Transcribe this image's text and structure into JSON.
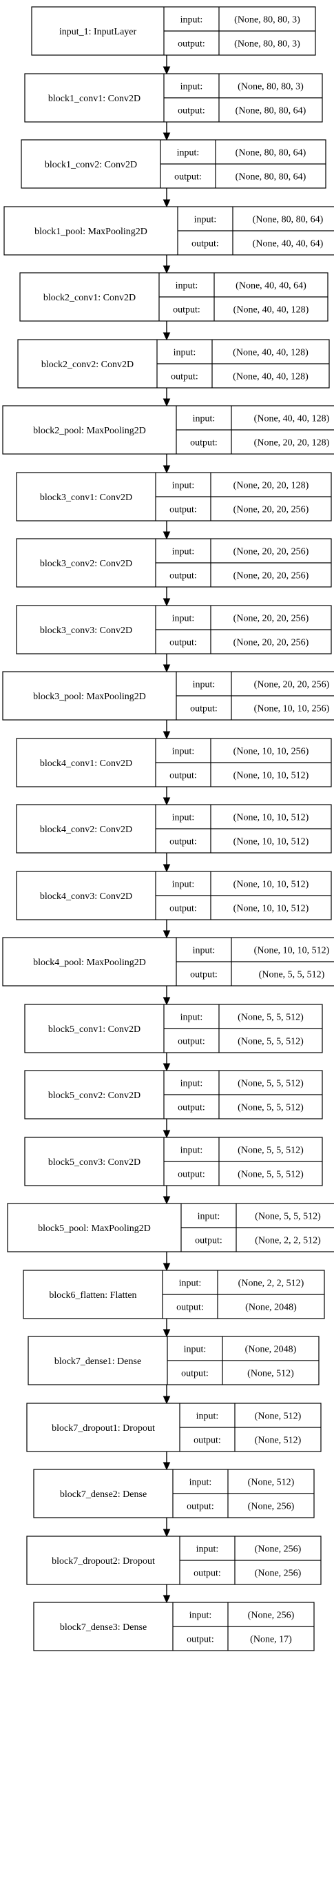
{
  "diagram": {
    "labels": {
      "input": "input:",
      "output": "output:"
    },
    "layers": [
      {
        "name": "input_1: InputLayer",
        "input": "(None, 80, 80, 3)",
        "output": "(None, 80, 80, 3)"
      },
      {
        "name": "block1_conv1: Conv2D",
        "input": "(None, 80, 80, 3)",
        "output": "(None, 80, 80, 64)"
      },
      {
        "name": "block1_conv2: Conv2D",
        "input": "(None, 80, 80, 64)",
        "output": "(None, 80, 80, 64)"
      },
      {
        "name": "block1_pool: MaxPooling2D",
        "input": "(None, 80, 80, 64)",
        "output": "(None, 40, 40, 64)"
      },
      {
        "name": "block2_conv1: Conv2D",
        "input": "(None, 40, 40, 64)",
        "output": "(None, 40, 40, 128)"
      },
      {
        "name": "block2_conv2: Conv2D",
        "input": "(None, 40, 40, 128)",
        "output": "(None, 40, 40, 128)"
      },
      {
        "name": "block2_pool: MaxPooling2D",
        "input": "(None, 40, 40, 128)",
        "output": "(None, 20, 20, 128)"
      },
      {
        "name": "block3_conv1: Conv2D",
        "input": "(None, 20, 20, 128)",
        "output": "(None, 20, 20, 256)"
      },
      {
        "name": "block3_conv2: Conv2D",
        "input": "(None, 20, 20, 256)",
        "output": "(None, 20, 20, 256)"
      },
      {
        "name": "block3_conv3: Conv2D",
        "input": "(None, 20, 20, 256)",
        "output": "(None, 20, 20, 256)"
      },
      {
        "name": "block3_pool: MaxPooling2D",
        "input": "(None, 20, 20, 256)",
        "output": "(None, 10, 10, 256)"
      },
      {
        "name": "block4_conv1: Conv2D",
        "input": "(None, 10, 10, 256)",
        "output": "(None, 10, 10, 512)"
      },
      {
        "name": "block4_conv2: Conv2D",
        "input": "(None, 10, 10, 512)",
        "output": "(None, 10, 10, 512)"
      },
      {
        "name": "block4_conv3: Conv2D",
        "input": "(None, 10, 10, 512)",
        "output": "(None, 10, 10, 512)"
      },
      {
        "name": "block4_pool: MaxPooling2D",
        "input": "(None, 10, 10, 512)",
        "output": "(None, 5, 5, 512)"
      },
      {
        "name": "block5_conv1: Conv2D",
        "input": "(None, 5, 5, 512)",
        "output": "(None, 5, 5, 512)"
      },
      {
        "name": "block5_conv2: Conv2D",
        "input": "(None, 5, 5, 512)",
        "output": "(None, 5, 5, 512)"
      },
      {
        "name": "block5_conv3: Conv2D",
        "input": "(None, 5, 5, 512)",
        "output": "(None, 5, 5, 512)"
      },
      {
        "name": "block5_pool: MaxPooling2D",
        "input": "(None, 5, 5, 512)",
        "output": "(None, 2, 2, 512)"
      },
      {
        "name": "block6_flatten: Flatten",
        "input": "(None, 2, 2, 512)",
        "output": "(None, 2048)"
      },
      {
        "name": "block7_dense1: Dense",
        "input": "(None, 2048)",
        "output": "(None, 512)"
      },
      {
        "name": "block7_dropout1: Dropout",
        "input": "(None, 512)",
        "output": "(None, 512)"
      },
      {
        "name": "block7_dense2: Dense",
        "input": "(None, 512)",
        "output": "(None, 256)"
      },
      {
        "name": "block7_dropout2: Dropout",
        "input": "(None, 256)",
        "output": "(None, 256)"
      },
      {
        "name": "block7_dense3: Dense",
        "input": "(None, 256)",
        "output": "(None, 17)"
      }
    ]
  }
}
